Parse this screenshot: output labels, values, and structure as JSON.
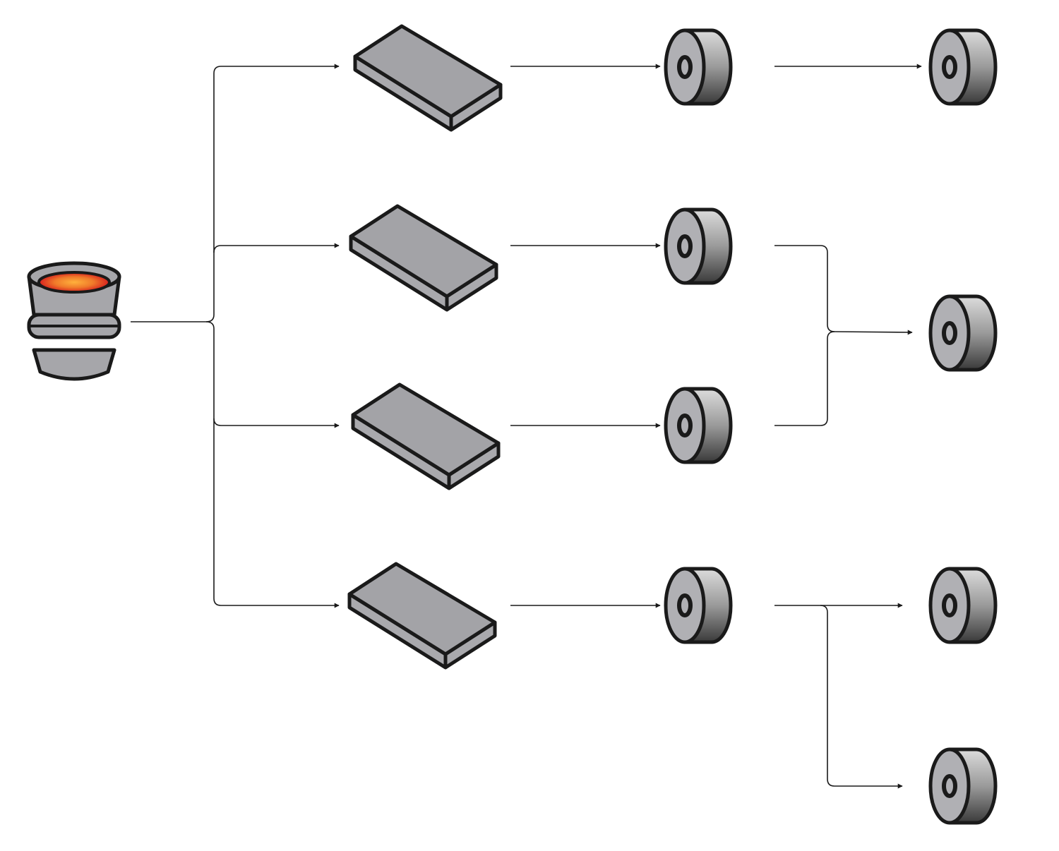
{
  "diagram": {
    "type": "process-flow",
    "colors": {
      "background": "#ffffff",
      "outline": "#1a1a1a",
      "slab_top": "#a3a3a7",
      "slab_side": "#a9a9ad",
      "coil_face": "#b0b0b4",
      "coil_body_light": "#dcdcdc",
      "coil_body_dark": "#3a3a3a",
      "ladle_body": "#a6a6aa",
      "molten_center": "#ffb13c",
      "molten_edge": "#d61f1f",
      "connector": "#1a1a1a"
    },
    "nodes": [
      {
        "id": "ladle",
        "kind": "ladle",
        "icon": "molten-metal-ladle-icon"
      },
      {
        "id": "slab-1",
        "kind": "slab",
        "icon": "steel-slab-icon"
      },
      {
        "id": "slab-2",
        "kind": "slab",
        "icon": "steel-slab-icon"
      },
      {
        "id": "slab-3",
        "kind": "slab",
        "icon": "steel-slab-icon"
      },
      {
        "id": "slab-4",
        "kind": "slab",
        "icon": "steel-slab-icon"
      },
      {
        "id": "coil-1",
        "kind": "coil",
        "icon": "steel-coil-icon"
      },
      {
        "id": "coil-2",
        "kind": "coil",
        "icon": "steel-coil-icon"
      },
      {
        "id": "coil-3",
        "kind": "coil",
        "icon": "steel-coil-icon"
      },
      {
        "id": "coil-4",
        "kind": "coil",
        "icon": "steel-coil-icon"
      },
      {
        "id": "final-coil-1",
        "kind": "coil",
        "icon": "steel-coil-icon"
      },
      {
        "id": "final-coil-merged",
        "kind": "coil",
        "icon": "steel-coil-icon"
      },
      {
        "id": "final-coil-split-a",
        "kind": "coil",
        "icon": "steel-coil-icon"
      },
      {
        "id": "final-coil-split-b",
        "kind": "coil",
        "icon": "steel-coil-icon"
      }
    ],
    "edges": [
      {
        "from": "ladle",
        "to": "slab-1"
      },
      {
        "from": "ladle",
        "to": "slab-2"
      },
      {
        "from": "ladle",
        "to": "slab-3"
      },
      {
        "from": "ladle",
        "to": "slab-4"
      },
      {
        "from": "slab-1",
        "to": "coil-1"
      },
      {
        "from": "slab-2",
        "to": "coil-2"
      },
      {
        "from": "slab-3",
        "to": "coil-3"
      },
      {
        "from": "slab-4",
        "to": "coil-4"
      },
      {
        "from": "coil-1",
        "to": "final-coil-1"
      },
      {
        "from": "coil-2",
        "to": "final-coil-merged"
      },
      {
        "from": "coil-3",
        "to": "final-coil-merged"
      },
      {
        "from": "coil-4",
        "to": "final-coil-split-a"
      },
      {
        "from": "coil-4",
        "to": "final-coil-split-b"
      }
    ]
  }
}
